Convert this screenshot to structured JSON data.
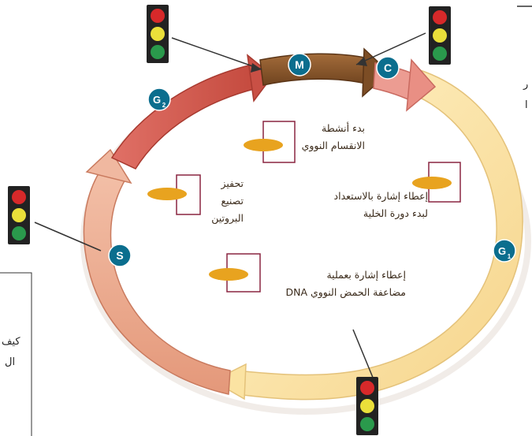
{
  "phase_badges": {
    "m": "M",
    "c": "C",
    "g2": "G",
    "g2_sub": "2",
    "s": "S",
    "g1": "G",
    "g1_sub": "1"
  },
  "labels": {
    "mitosis": [
      "بدء أنشطة",
      "الانقسام النووي"
    ],
    "protein": [
      "تحفيز",
      "تصنيع",
      "البروتين"
    ],
    "cycle_start": [
      "إعطاء إشارة بالاستعداد",
      "لبدء دورة الخلية"
    ],
    "dna": [
      "إعطاء إشارة بعملية",
      "مضاعفة الحمض النووي DNA"
    ]
  },
  "edge_text": {
    "right_top": "ر",
    "right_mid": "ا",
    "left_a": "كيف",
    "left_b": "ال"
  },
  "colors": {
    "badge": "#0b6e8e",
    "light_red": "#d7292a",
    "light_yellow": "#eadf3a",
    "light_green": "#2a9a4c",
    "signal_oval": "#e8a31f",
    "marker_box": "#8a2540",
    "g1_arc": "#fde7a8",
    "s_arc": "#e6a080",
    "g2_arc": "#cf5a4c",
    "m_arc": "#8c5a2e",
    "c_arc": "#e98f84"
  }
}
